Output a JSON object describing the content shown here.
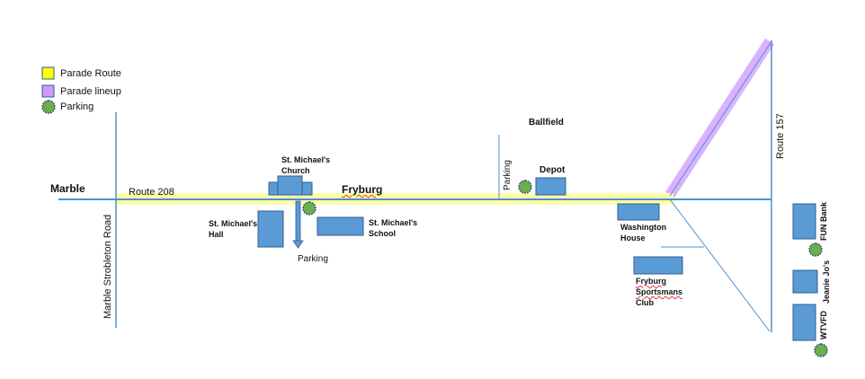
{
  "legend": {
    "items": [
      {
        "label": "Parade Route",
        "color": "#ffff00"
      },
      {
        "label": "Parade lineup",
        "color": "#cc99ff"
      },
      {
        "label": "Parking",
        "color": "#70ad47"
      }
    ]
  },
  "places": {
    "marble": "Marble",
    "fryburg": "Fryburg",
    "route208": "Route 208",
    "route157": "Route 157",
    "strobleton": "Marble Strobleton Road",
    "ballfield": "Ballfield",
    "parking_vertical": "Parking",
    "parking_church": "Parking",
    "church_1": "St. Michael's",
    "church_2": "Church",
    "hall_1": "St. Michael's",
    "hall_2": "Hall",
    "school_1": "St. Michael's",
    "school_2": "School",
    "depot": "Depot",
    "washington_1": "Washington",
    "washington_2": "House",
    "sportsmans_1": "Fryburg",
    "sportsmans_2": "Sportsmans",
    "sportsmans_3": "Club",
    "fun_bank": "FUN Bank",
    "jeanie": "Jeanie Jo's",
    "wtvfd": "WTVFD"
  },
  "colors": {
    "road": "#4f8fcf",
    "building": "#5b9bd5",
    "building_border": "#2e5f8f",
    "route": "#ffff99",
    "lineup": "#d9b3ff",
    "parking": "#70ad47"
  }
}
